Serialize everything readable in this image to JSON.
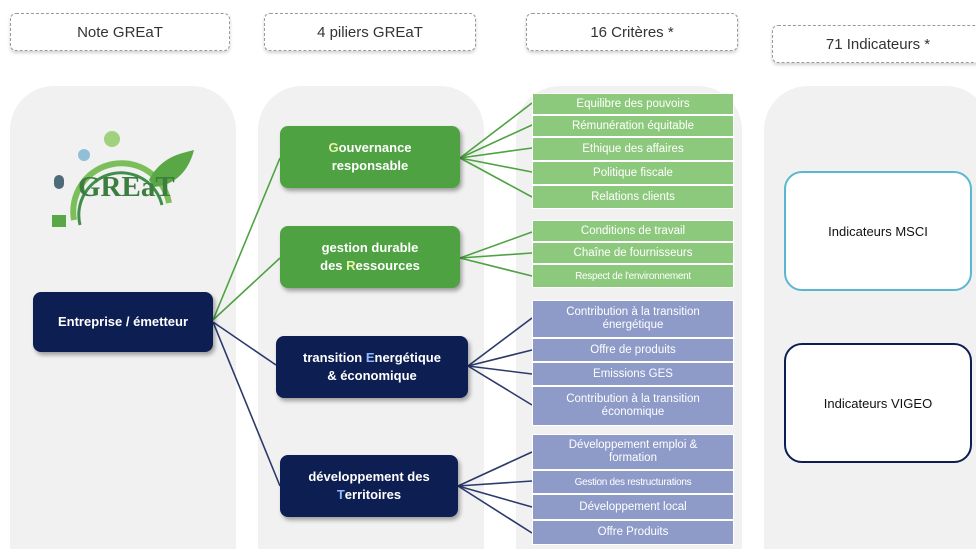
{
  "headers": {
    "note": "Note GREaT",
    "piliers": "4 piliers GREaT",
    "criteres": "16 Critères *",
    "indicateurs": "71 Indicateurs *"
  },
  "logo": {
    "text": "GREaT"
  },
  "root": {
    "label": "Entreprise / émetteur"
  },
  "pillars": [
    {
      "initial": "G",
      "rest_line1": "ouvernance",
      "line2": "responsable"
    },
    {
      "line1": "gestion durable",
      "pre2": "des ",
      "initial": "R",
      "rest2": "essources"
    },
    {
      "pre1": "transition ",
      "initial": "E",
      "rest1": "nergétique",
      "line2": "& économique"
    },
    {
      "line1": "développement des",
      "initial": "T",
      "rest2": "erritoires"
    }
  ],
  "criteria": {
    "gouvernance": [
      "Equilibre des pouvoirs",
      "Rémunération équitable",
      "Ethique des affaires",
      "Politique fiscale",
      "Relations clients"
    ],
    "ressources": [
      "Conditions de travail",
      "Chaîne de fournisseurs",
      "Respect de l'environnement"
    ],
    "energetique": [
      "Contribution à la transition énergétique",
      "Offre de produits",
      "Emissions GES",
      "Contribution à la transition économique"
    ],
    "territoires": [
      "Développement emploi & formation",
      "Gestion des restructurations",
      "Développement local",
      "Offre Produits"
    ]
  },
  "indicators": {
    "msci": "Indicateurs MSCI",
    "vigeo": "Indicateurs VIGEO"
  },
  "colors": {
    "green_dark": "#4ea242",
    "green_light": "#8dc97d",
    "navy": "#0d1f52",
    "blue_light": "#8e9bc9",
    "msci_border": "#5bb7cf",
    "vigeo_border": "#0d1f52"
  }
}
